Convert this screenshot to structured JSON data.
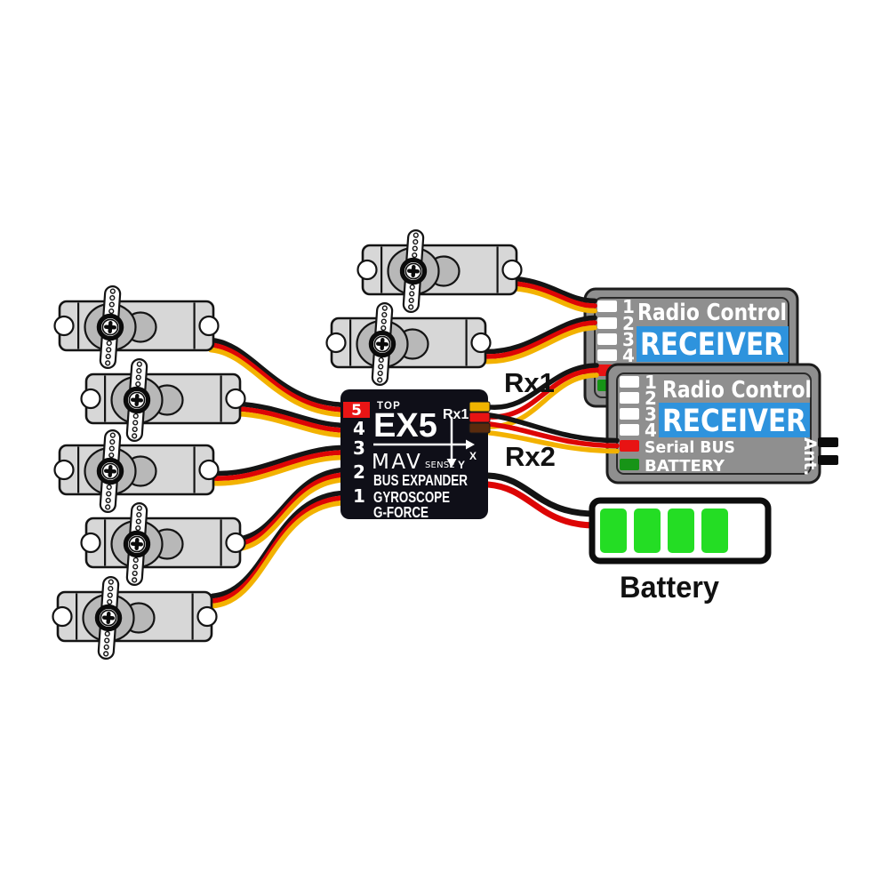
{
  "labels": {
    "rx1": "Rx1",
    "rx2": "Rx2",
    "battery": "Battery"
  },
  "ex5": {
    "top_marking": "TOP",
    "model": "EX5",
    "rx_port_label": "Rx1",
    "channel_numbers": [
      "5",
      "4",
      "3",
      "2",
      "1"
    ],
    "brand": "MAV",
    "brand_suffix": "SENSE",
    "axis_labels": {
      "x": "X",
      "y": "Y"
    },
    "features": [
      "BUS EXPANDER",
      "GYROSCOPE",
      "G-FORCE"
    ],
    "colors": {
      "body": "#0f0f18",
      "badge_red": "#e91515",
      "pin_yellow": "#f0b400",
      "pin_red": "#e81313",
      "pin_brown": "#5a2b0d"
    }
  },
  "receivers": [
    {
      "title": "Radio Control",
      "type": "RECEIVER",
      "channels": [
        "1",
        "2",
        "3",
        "4"
      ]
    },
    {
      "title": "Radio Control",
      "type": "RECEIVER",
      "channels": [
        "1",
        "2",
        "3",
        "4"
      ],
      "serial_bus_label": "Serial BUS",
      "battery_label": "BATTERY",
      "antenna_label": "Ant."
    }
  ],
  "receiver_colors": {
    "body": "#8f8f8f",
    "band_blue": "#2e93dd",
    "port_red": "#e81313",
    "port_green": "#179417"
  },
  "battery_indicator": {
    "label": "Battery",
    "bars": 4,
    "bar_color": "#24dd24"
  },
  "wire_colors": {
    "black": "#141414",
    "red": "#dd0505",
    "yellow": "#f3b200"
  }
}
